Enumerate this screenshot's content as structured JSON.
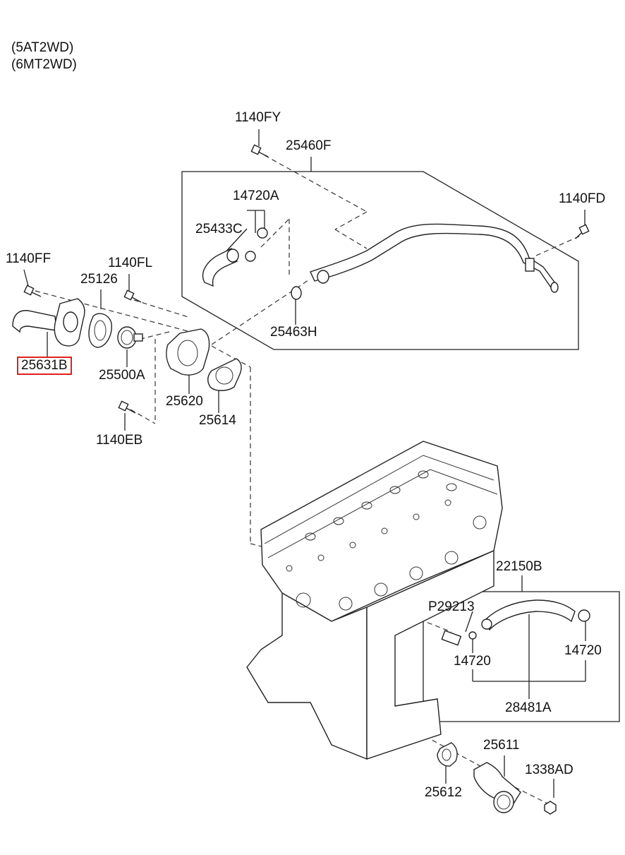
{
  "variants": [
    "(5AT2WD)",
    "(6MT2WD)"
  ],
  "parts": {
    "p1140FY": "1140FY",
    "p25460F": "25460F",
    "p14720A": "14720A",
    "p1140FD": "1140FD",
    "p25433C": "25433C",
    "p1140FF": "1140FF",
    "p1140FL": "1140FL",
    "p25126": "25126",
    "p25463H": "25463H",
    "p25631B": "25631B",
    "p25500A": "25500A",
    "p25620": "25620",
    "p25614": "25614",
    "p1140EB": "1140EB",
    "p22150B": "22150B",
    "pP29213": "P29213",
    "p14720_left": "14720",
    "p14720_right": "14720",
    "p28481A": "28481A",
    "p25611": "25611",
    "p1338AD": "1338AD",
    "p25612": "25612"
  },
  "highlight_color": "#e02020"
}
